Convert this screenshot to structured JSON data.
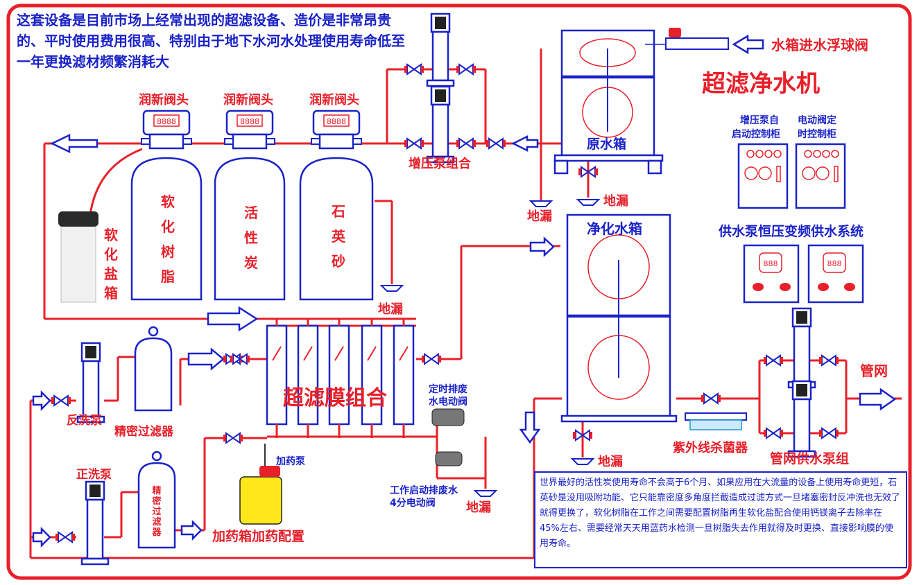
{
  "colors": {
    "frame": "#e8202a",
    "pipe": "#e8202a",
    "equipment": "#1a22c8",
    "text_red": "#e8202a",
    "text_blue": "#1a22c8"
  },
  "headline": "这套设备是目前市场上经常出现的超滤设备、造价是非常昂贵的、平时使用费用很高、特别由于地下水河水处理使用寿命低至一年更换滤材频繁消耗大",
  "title": "超滤净水机",
  "labels": {
    "valve_head": "润新阀头",
    "display_digits": "8888",
    "softener_resin": "软化树脂",
    "activated_carbon": "活性炭",
    "quartz_sand": "石英砂",
    "salt_box": "软化盐箱",
    "floor_drain": "地漏",
    "booster_group": "增压泵组合",
    "raw_tank": "原水箱",
    "float_valve": "水箱进水浮球阀",
    "booster_cabinet": "增压泵自启动控制柜",
    "timer_cabinet": "电动阀定时控制柜",
    "constant_pressure": "供水泵恒压变频供水系统",
    "clean_tank": "净化水箱",
    "uf_group": "超滤膜组合",
    "backwash_pump": "反洗泵",
    "precision_filter": "精密过滤器",
    "forward_pump": "正洗泵",
    "precision_filter_v": "精密过滤器",
    "dosing_pump": "加药泵",
    "dosing_box": "加药箱加药配置",
    "timed_drain": "定时排废水电动阀",
    "start_drain": "工作启动排废水4分电动阀",
    "uv": "紫外线杀菌器",
    "pipe_network_pumps": "管网供水泵组",
    "pipe_network": "管网",
    "vfd_digits": "888"
  },
  "note": "世界最好的活性炭使用寿命不会高于6个月、如果应用在大流量的设备上使用寿命更短，石英砂是没用吸附功能、它只能靠密度多角度拦截造成过滤方式一旦堵塞密封反冲洗也无效了就得更换了，软化树脂在工作之间需要配置树脂再生软化盐配合使用钙镁离子去除率在45%左右、需要经常天天用蓝药水检测一旦树脂失去作用就得及时更换、直接影响膜的使用寿命。"
}
